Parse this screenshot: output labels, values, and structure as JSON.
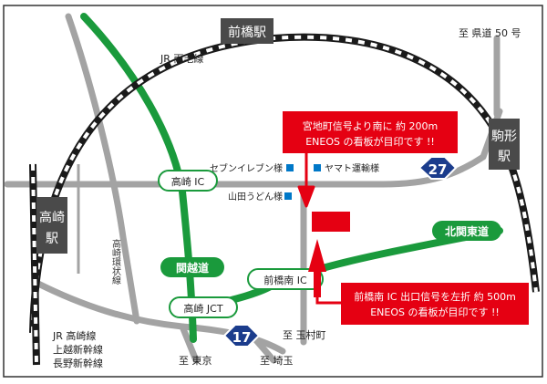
{
  "stations": {
    "maebashi": "前橋駅",
    "takasaki": "高崎駅",
    "komagata": "駒形駅"
  },
  "rail_labels": {
    "ryomo": "JR 両毛線",
    "west_lines": [
      "JR 高崎線",
      "上越新幹線",
      "長野新幹線"
    ]
  },
  "roads": {
    "kanetsu": "関越道",
    "kitakanto": "北関東道",
    "loop": "高崎環状線"
  },
  "interchanges": {
    "takasaki_ic": "高崎 IC",
    "takasaki_jct": "高崎 JCT",
    "maebashi_minami_ic": "前橋南 IC"
  },
  "route_shields": {
    "r27": "27",
    "r17": "17"
  },
  "landmarks": {
    "seven_eleven": "セブンイレブン様",
    "yamato": "ヤマト運輸様",
    "yamada_udon": "山田うどん様"
  },
  "directions": {
    "kendo50": "至 県道 50 号",
    "tokyo": "至 東京",
    "saitama": "至 埼玉",
    "tamamura": "至 玉村町"
  },
  "callouts": {
    "top": [
      "宮地町信号より南に 約 200m",
      "ENEOS の看板が目印です !!"
    ],
    "bottom": [
      "前橋南 IC 出口信号を左折 約 500m",
      "ENEOS の看板が目印です !!"
    ]
  },
  "colors": {
    "expressway": "#1a9a3c",
    "road": "#a0a0a0",
    "callout": "#e50012",
    "shield": "#1b3c8c",
    "marker": "#0078c8",
    "station_box": "#4a4a4a"
  }
}
